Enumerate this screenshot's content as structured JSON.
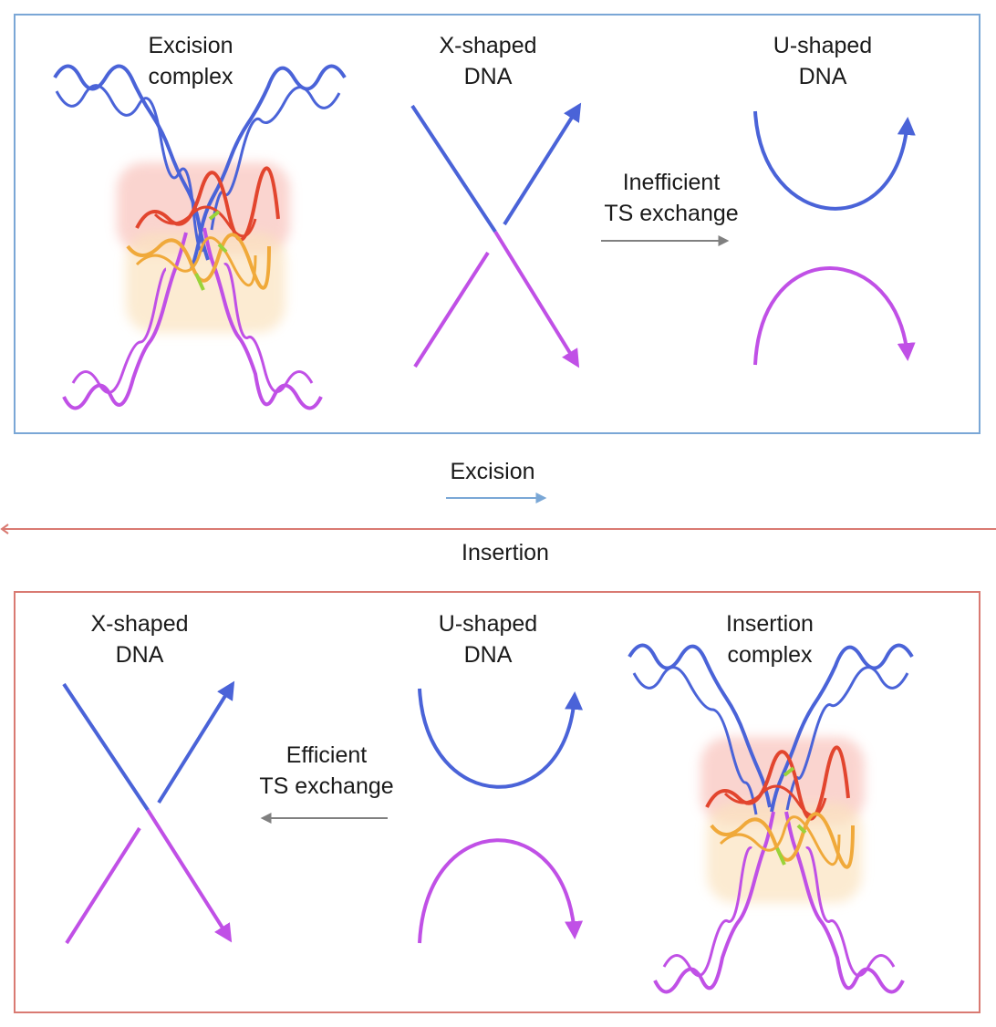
{
  "excision_panel": {
    "complex_label": "Excision\ncomplex",
    "x_label": "X-shaped\nDNA",
    "u_label": "U-shaped\nDNA",
    "exchange_label": "Inefficient\nTS exchange"
  },
  "middle": {
    "excision_label": "Excision",
    "insertion_label": "Insertion"
  },
  "insertion_panel": {
    "x_label": "X-shaped\nDNA",
    "u_label": "U-shaped\nDNA",
    "complex_label": "Insertion\ncomplex",
    "exchange_label": "Efficient\nTS exchange"
  },
  "colors": {
    "blue_strand": "#4a63d8",
    "magenta_strand": "#c050e6",
    "excision_frame": "#7aa7d6",
    "insertion_frame": "#d97a72",
    "gray_arrow": "#808080"
  }
}
